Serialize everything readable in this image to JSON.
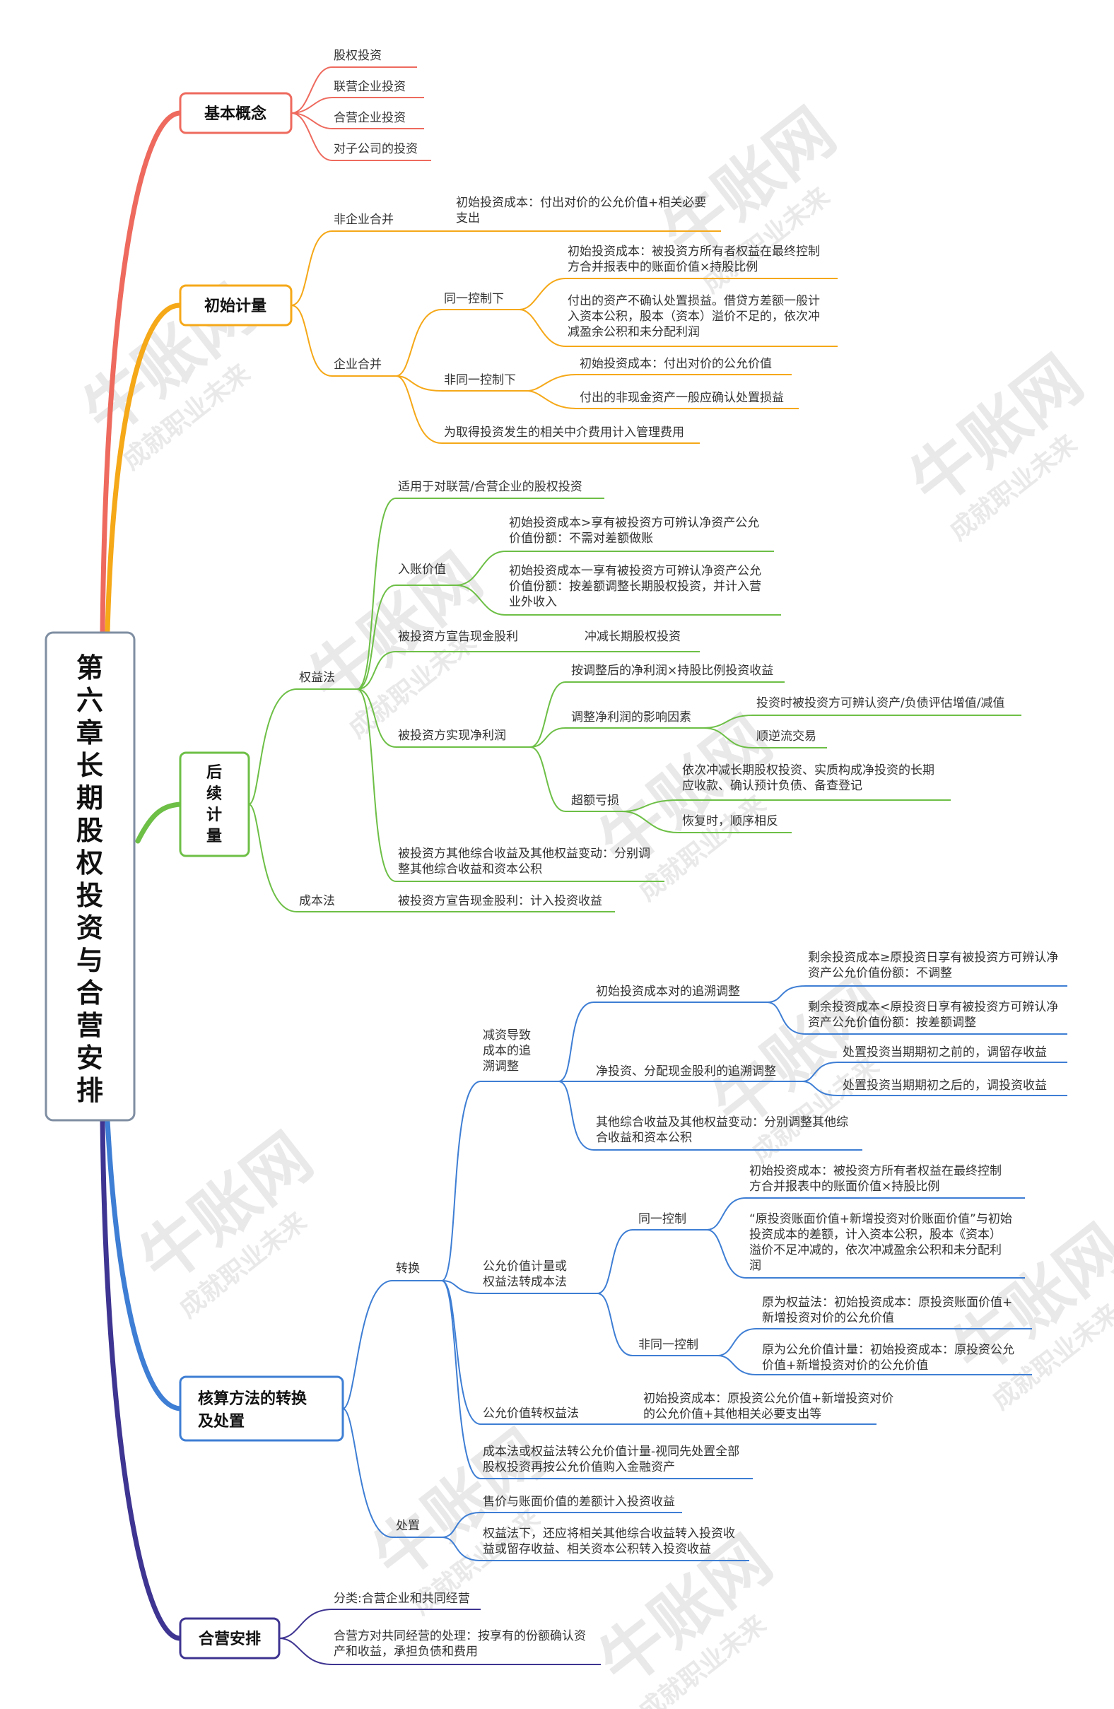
{
  "root": {
    "title": "第六章长期股权投资与合营安排"
  },
  "watermark": {
    "brand": "牛账网",
    "slogan": "成就职业未来"
  },
  "colors": {
    "red": "#ee6a5e",
    "orange": "#f5a818",
    "green": "#6dbf46",
    "blue": "#3e7ed4",
    "purple": "#3e3491",
    "root_border": "#7f8ea2"
  },
  "branches": {
    "b1": {
      "label": "基本概念",
      "children": [
        "股权投资",
        "联营企业投资",
        "合营企业投资",
        "对子公司的投资"
      ]
    },
    "b2": {
      "label": "初始计量",
      "n_fei": "非企业合并",
      "n_fei_c1": [
        "初始投资成本：付出对价的公允价值+相关必要",
        "支出"
      ],
      "n_qy": "企业合并",
      "n_tong": "同一控制下",
      "n_tong_c1": [
        "初始投资成本：被投资方所有者权益在最终控制",
        "方合并报表中的账面价值×持股比例"
      ],
      "n_tong_c2": [
        "付出的资产不确认处置损益。借贷方差额一般计",
        "入资本公积，股本（资本）溢价不足的，依次冲",
        "减盈余公积和未分配利润"
      ],
      "n_fei2": "非同一控制下",
      "n_fei2_c1": "初始投资成本：付出对价的公允价值",
      "n_fei2_c2": "付出的非现金资产一般应确认处置损益",
      "n_fee": "为取得投资发生的相关中介费用计入管理费用"
    },
    "b3": {
      "label": "后续计量",
      "qyf": "权益法",
      "apply": "适用于对联营/合营企业的股权投资",
      "rz": "入账价值",
      "rz_c1": [
        "初始投资成本>享有被投资方可辨认净资产公允",
        "价值份额：不需对差额做账"
      ],
      "rz_c2": [
        "初始投资成本一享有被投资方可辨认净资产公允",
        "价值份额：按差额调整长期股权投资，并计入营",
        "业外收入"
      ],
      "xj": "被投资方宣告现金股利",
      "xj_c": "冲减长期股权投资",
      "jlr": "被投资方实现净利润",
      "jlr_c1": "按调整后的净利润×持股比例投资收益",
      "jlr_c2": "调整净利润的影响因素",
      "jlr_c2a": "投资时被投资方可辨认资产/负债评估增值/减值",
      "jlr_c2b": "顺逆流交易",
      "jlr_c3": "超额亏损",
      "jlr_c3a": [
        "依次冲减长期股权投资、实质构成净投资的长期",
        "应收款、确认预计负债、备查登记"
      ],
      "jlr_c3b": "恢复时，顺序相反",
      "qt": [
        "被投资方其他综合收益及其他权益变动：分别调",
        "整其他综合收益和资本公积"
      ],
      "cbf": "成本法",
      "cbf_c": "被投资方宣告现金股利：计入投资收益"
    },
    "b4": {
      "label": [
        "核算方法的转换",
        "及处置"
      ],
      "zh": "转换",
      "jz": [
        "减资导致",
        "成本的追",
        "溯调整"
      ],
      "jz_c1": "初始投资成本对的追溯调整",
      "jz_c1a": [
        "剩余投资成本≥原投资日享有被投资方可辨认净",
        "资产公允价值份额：不调整"
      ],
      "jz_c1b": [
        "剩余投资成本<原投资日享有被投资方可辨认净",
        "资产公允价值份额：按差额调整"
      ],
      "jz_c2": "净投资、分配现金股利的追溯调整",
      "jz_c2a": "处置投资当期期初之前的，调留存收益",
      "jz_c2b": "处置投资当期期初之后的，调投资收益",
      "jz_c3": [
        "其他综合收益及其他权益变动：分别调整其他综",
        "合收益和资本公积"
      ],
      "gy": [
        "公允价值计量或",
        "权益法转成本法"
      ],
      "gy_t": "同一控制",
      "gy_t1": [
        "初始投资成本：被投资方所有者权益在最终控制",
        "方合并报表中的账面价值×持股比例"
      ],
      "gy_t2": [
        "“原投资账面价值+新增投资对价账面价值”与初始",
        "投资成本的差额，计入资本公积，股本《资本）",
        "溢价不足冲减的，依次冲减盈余公积和未分配利",
        "润"
      ],
      "gy_f": "非同一控制",
      "gy_f1": [
        "原为权益法：初始投资成本：原投资账面价值+",
        "新增投资对价的公允价值"
      ],
      "gy_f2": [
        "原为公允价值计量：初始投资成本：原投资公允",
        "价值+新增投资对价的公允价值"
      ],
      "gq": "公允价值转权益法",
      "gq_c": [
        "初始投资成本：原投资公允价值+新增投资对价",
        "的公允价值+其他相关必要支出等"
      ],
      "cb": [
        "成本法或权益法转公允价值计量-视同先处置全部",
        "股权投资再按公允价值购入金融资产"
      ],
      "cz": "处置",
      "cz_c1": "售价与账面价值的差额计入投资收益",
      "cz_c2": [
        "权益法下，还应将相关其他综合收益转入投资收",
        "益或留存收益、相关资本公积转入投资收益"
      ]
    },
    "b5": {
      "label": "合营安排",
      "c1": "分类:合营企业和共同经营",
      "c2": [
        "合营方对共同经营的处理：按享有的份额确认资",
        "产和收益，承担负债和费用"
      ]
    }
  }
}
